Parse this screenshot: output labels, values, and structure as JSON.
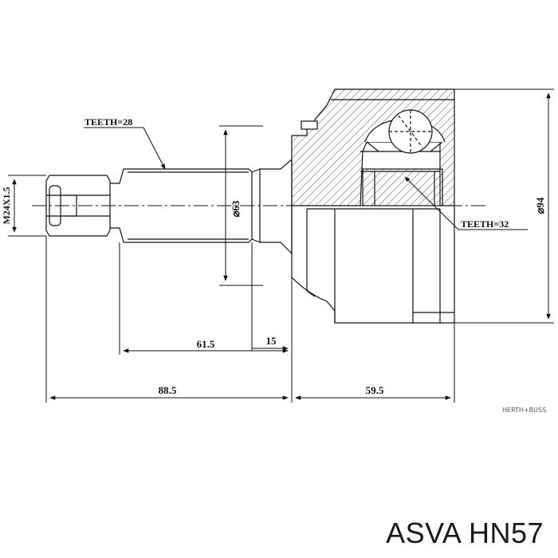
{
  "labels": {
    "teeth_shaft": "TEETH=28",
    "teeth_bell": "TEETH=32",
    "thread": "M24X1.5",
    "dia_shaft": "⌀63",
    "dia_bell": "⌀94"
  },
  "dimensions": {
    "d15": "15",
    "d61_5": "61.5",
    "d88_5": "88.5",
    "d59_5": "59.5"
  },
  "watermark": "HERTH+BUSS",
  "caption": "ASVA HN57"
}
